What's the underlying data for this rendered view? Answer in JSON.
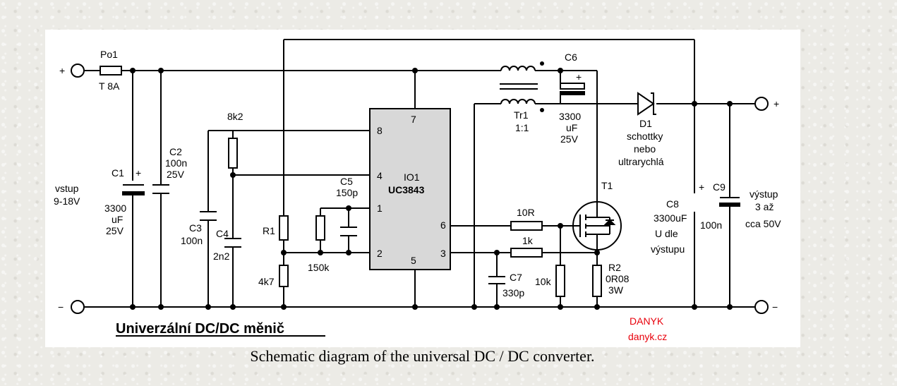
{
  "title": "Univerzální DC/DC měnič",
  "caption": "Schematic diagram of the universal DC / DC converter.",
  "author": {
    "name": "DANYK",
    "site": "danyk.cz",
    "color": "#e8000b"
  },
  "terminals": {
    "plus": "+",
    "minus": "−"
  },
  "input": {
    "line1": "vstup",
    "line2": "9-18V"
  },
  "output": {
    "line1": "výstup",
    "line2": "3 až",
    "line3": "cca 50V"
  },
  "fuse": {
    "name": "Po1",
    "value": "T 8A"
  },
  "ic": {
    "name": "IO1",
    "part": "UC3843",
    "pin1": "1",
    "pin2": "2",
    "pin3": "3",
    "pin4": "4",
    "pin5": "5",
    "pin6": "6",
    "pin7": "7",
    "pin8": "8"
  },
  "components": {
    "c1": {
      "name": "C1",
      "value1": "3300",
      "value2": "uF",
      "value3": "25V",
      "plus": "+"
    },
    "c2": {
      "name": "C2",
      "value1": "100n",
      "value2": "25V"
    },
    "c3": {
      "name": "C3",
      "value": "100n"
    },
    "c4": {
      "name": "C4",
      "value": "2n2"
    },
    "c5": {
      "name": "C5",
      "value": "150p"
    },
    "r8k2": {
      "value": "8k2"
    },
    "r1": {
      "name": "R1"
    },
    "r4k7": {
      "value": "4k7"
    },
    "r150k": {
      "value": "150k"
    },
    "tr1": {
      "name": "Tr1",
      "ratio": "1:1"
    },
    "c6": {
      "name": "C6",
      "value1": "3300",
      "value2": "uF",
      "value3": "25V",
      "plus": "+"
    },
    "d1": {
      "name": "D1",
      "line1": "schottky",
      "line2": "nebo",
      "line3": "ultrarychlá"
    },
    "t1": {
      "name": "T1"
    },
    "r10r": {
      "value": "10R"
    },
    "r1k": {
      "value": "1k"
    },
    "r10k": {
      "value": "10k"
    },
    "c7": {
      "name": "C7",
      "value": "330p"
    },
    "r2": {
      "name": "R2",
      "value1": "0R08",
      "value2": "3W"
    },
    "c8": {
      "name": "C8",
      "value1": "3300uF",
      "value2": "U dle",
      "value3": "výstupu",
      "plus": "+"
    },
    "c9": {
      "name": "C9",
      "value": "100n"
    }
  }
}
